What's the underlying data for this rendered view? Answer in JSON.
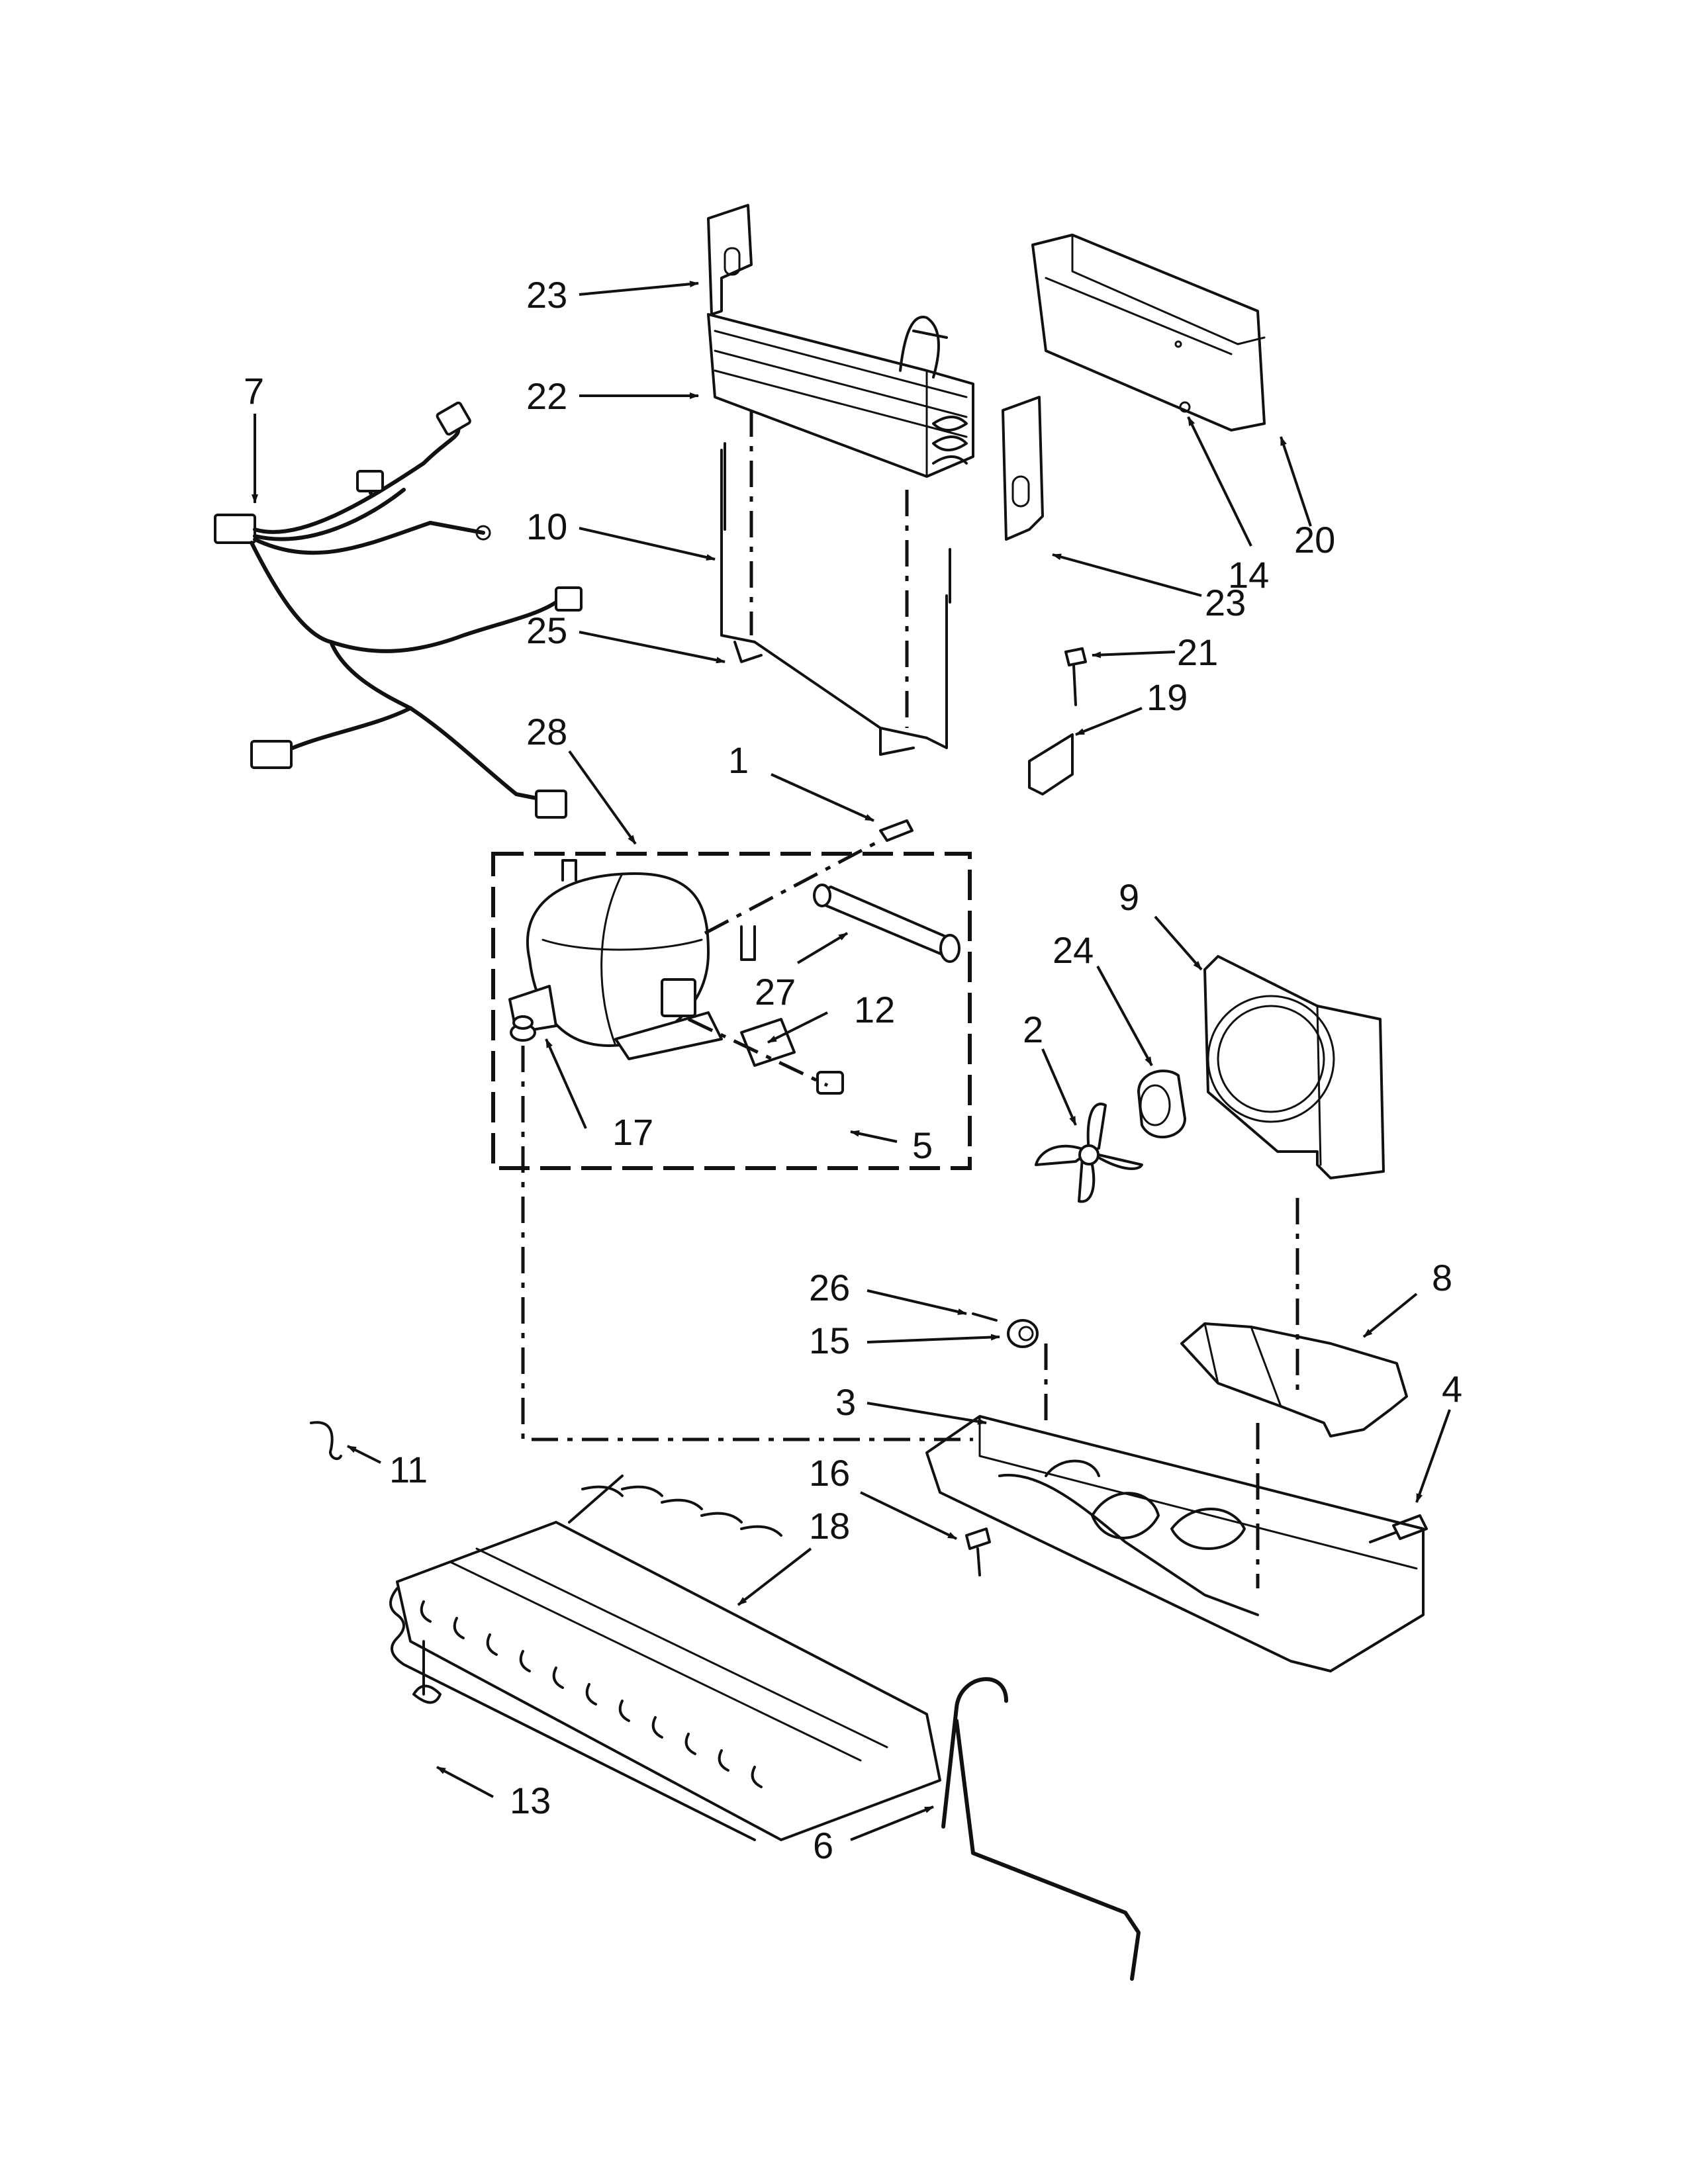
{
  "callouts": [
    {
      "id": "c-23a",
      "text": "23"
    },
    {
      "id": "c-22",
      "text": "22"
    },
    {
      "id": "c-7",
      "text": "7"
    },
    {
      "id": "c-10",
      "text": "10"
    },
    {
      "id": "c-25",
      "text": "25"
    },
    {
      "id": "c-28",
      "text": "28"
    },
    {
      "id": "c-1",
      "text": "1"
    },
    {
      "id": "c-20",
      "text": "20"
    },
    {
      "id": "c-14",
      "text": "14"
    },
    {
      "id": "c-23b",
      "text": "23"
    },
    {
      "id": "c-21",
      "text": "21"
    },
    {
      "id": "c-19",
      "text": "19"
    },
    {
      "id": "c-9",
      "text": "9"
    },
    {
      "id": "c-24",
      "text": "24"
    },
    {
      "id": "c-2",
      "text": "2"
    },
    {
      "id": "c-27",
      "text": "27"
    },
    {
      "id": "c-12",
      "text": "12"
    },
    {
      "id": "c-17",
      "text": "17"
    },
    {
      "id": "c-5",
      "text": "5"
    },
    {
      "id": "c-26",
      "text": "26"
    },
    {
      "id": "c-15",
      "text": "15"
    },
    {
      "id": "c-8",
      "text": "8"
    },
    {
      "id": "c-3",
      "text": "3"
    },
    {
      "id": "c-4",
      "text": "4"
    },
    {
      "id": "c-11",
      "text": "11"
    },
    {
      "id": "c-16",
      "text": "16"
    },
    {
      "id": "c-18",
      "text": "18"
    },
    {
      "id": "c-13",
      "text": "13"
    },
    {
      "id": "c-6",
      "text": "6"
    }
  ]
}
